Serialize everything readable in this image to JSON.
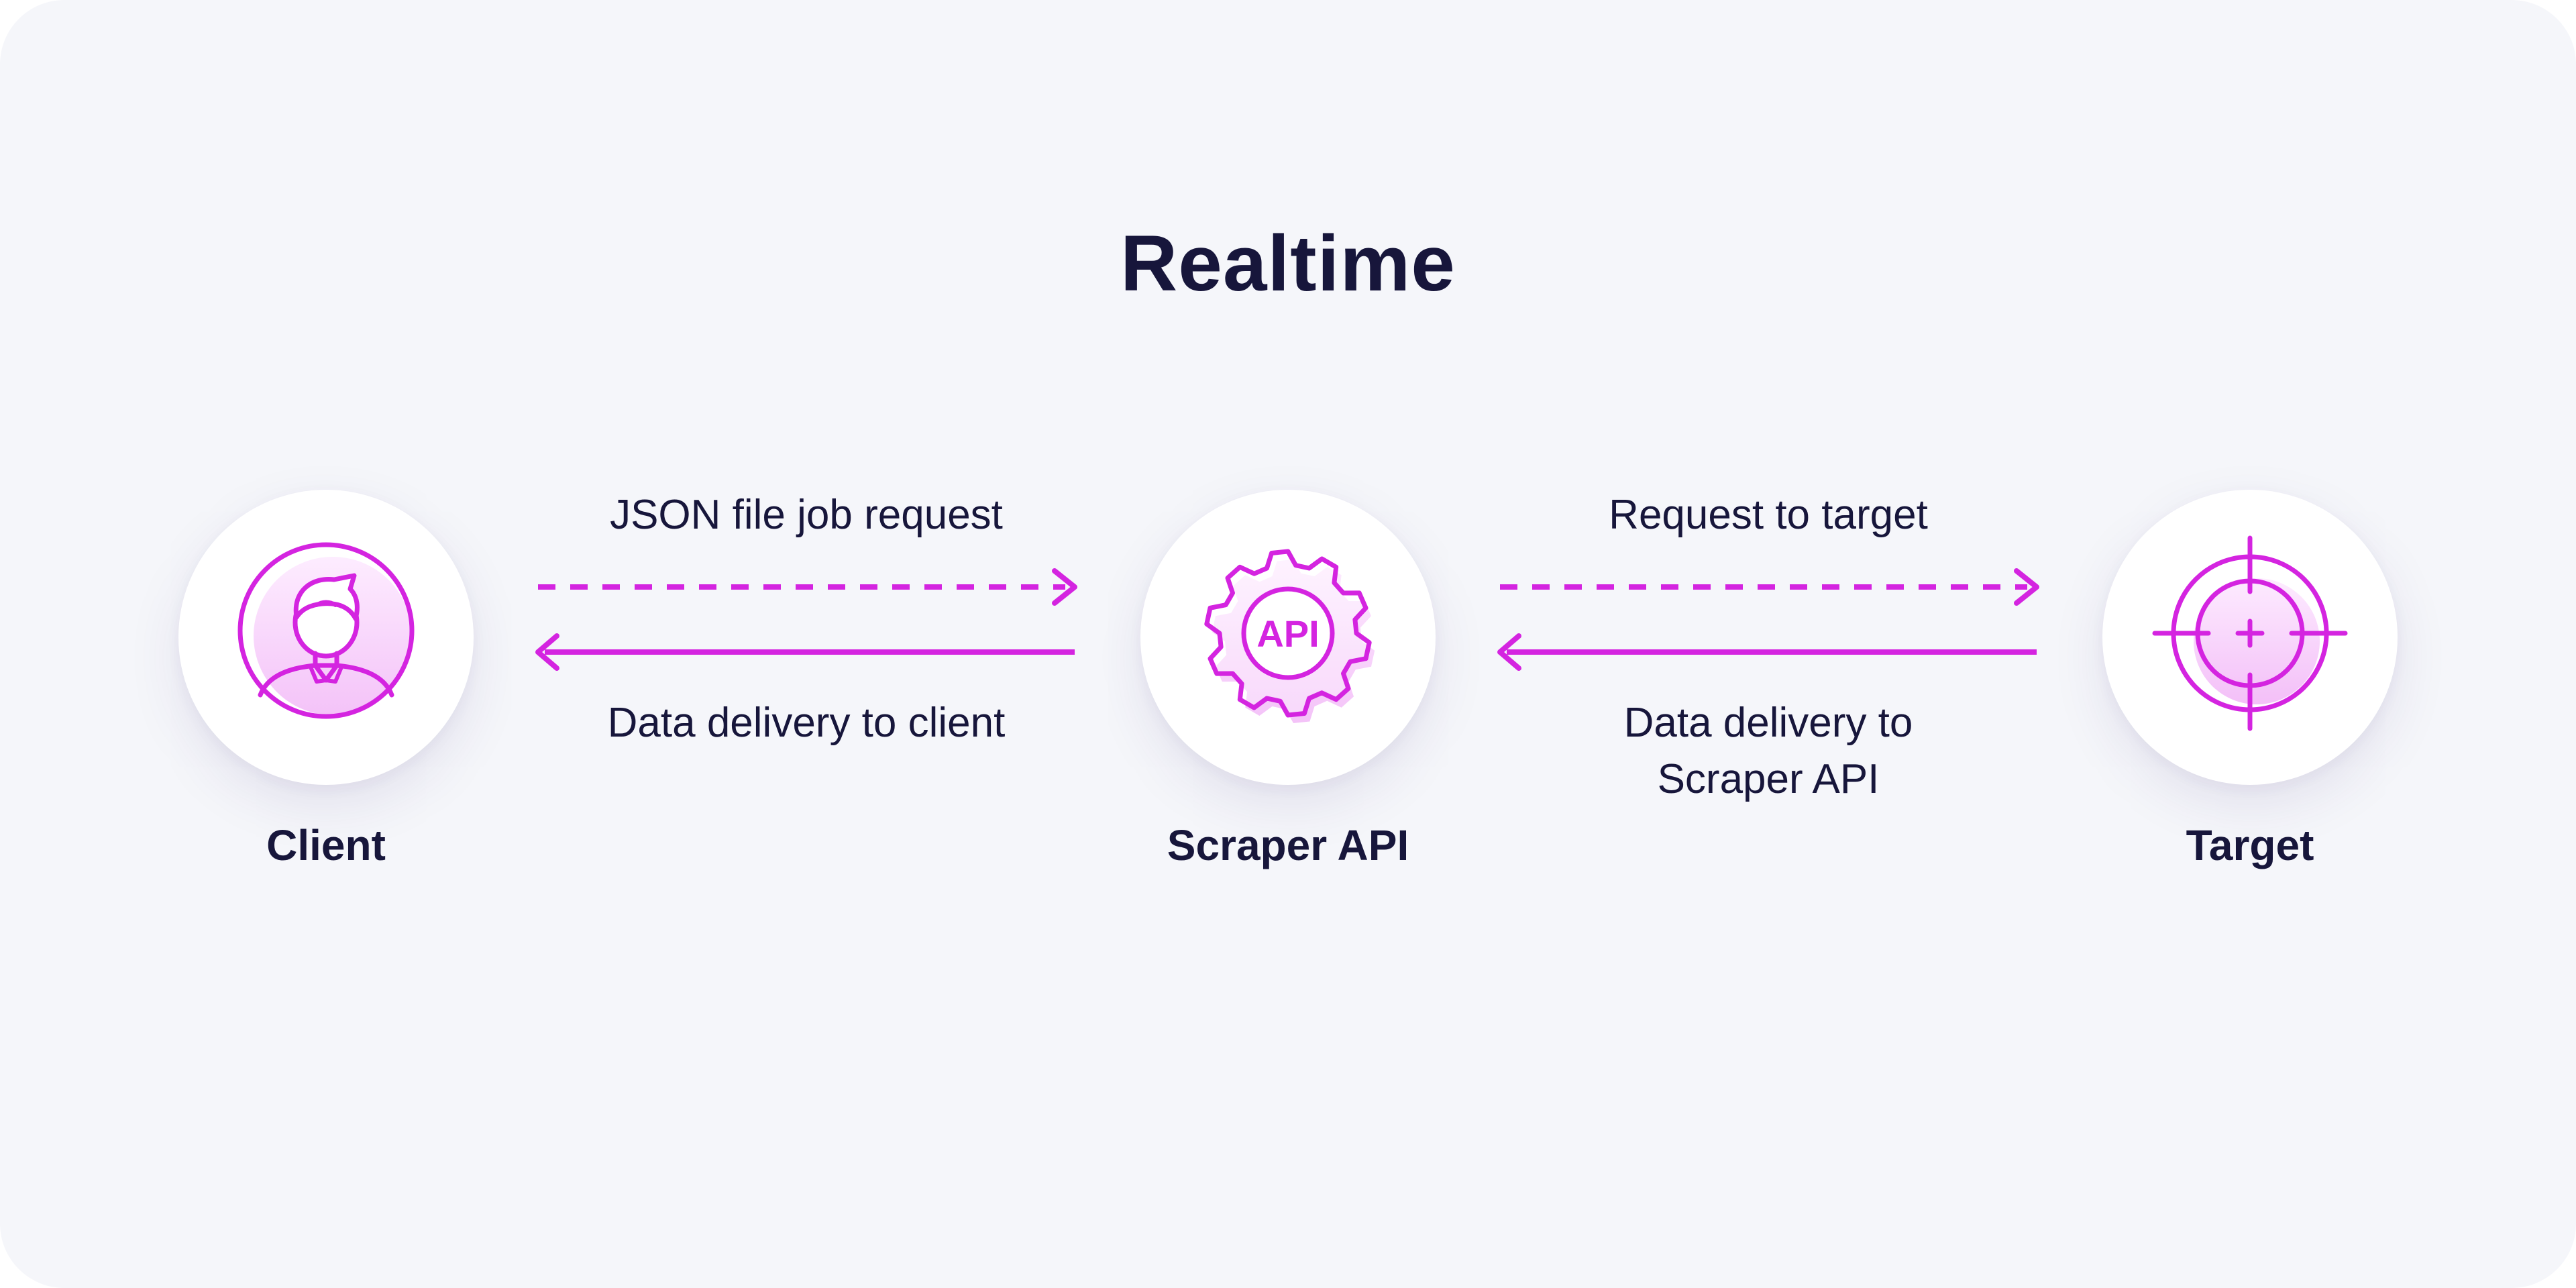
{
  "title": "Realtime",
  "colors": {
    "background": "#f5f6fa",
    "text": "#17163b",
    "accent": "#d424e0",
    "accent_light": "#f3c6f7"
  },
  "nodes": [
    {
      "id": "client",
      "label": "Client",
      "icon": "person-icon"
    },
    {
      "id": "scraper",
      "label": "Scraper API",
      "icon": "gear-api-icon",
      "icon_text": "API"
    },
    {
      "id": "target",
      "label": "Target",
      "icon": "crosshair-target-icon"
    }
  ],
  "flows": [
    {
      "from": "Client",
      "to": "Scraper API",
      "label": "JSON file job request",
      "style": "dashed"
    },
    {
      "from": "Scraper API",
      "to": "Client",
      "label": "Data delivery to client",
      "style": "solid"
    },
    {
      "from": "Scraper API",
      "to": "Target",
      "label": "Request to target",
      "style": "dashed"
    },
    {
      "from": "Target",
      "to": "Scraper API",
      "label_lines": [
        "Data delivery to",
        "Scraper API"
      ],
      "style": "solid"
    }
  ]
}
